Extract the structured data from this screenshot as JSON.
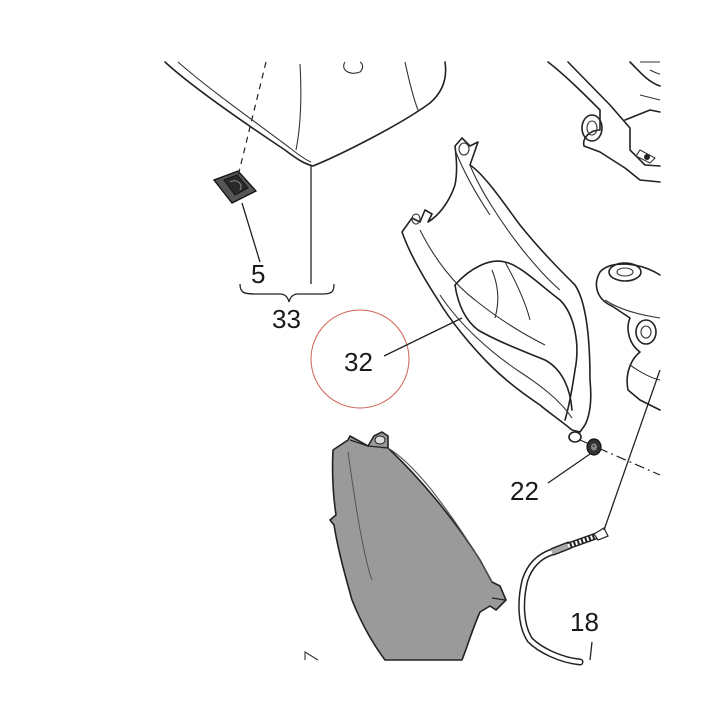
{
  "callouts": {
    "c5": "5",
    "c33": "33",
    "c32": "32",
    "c22": "22",
    "c18": "18"
  },
  "colors": {
    "outline": "#222222",
    "fill_gray": "#9a9a9a",
    "fill_dark": "#444444",
    "highlight_circle": "#c0392b",
    "background": "#ffffff"
  }
}
